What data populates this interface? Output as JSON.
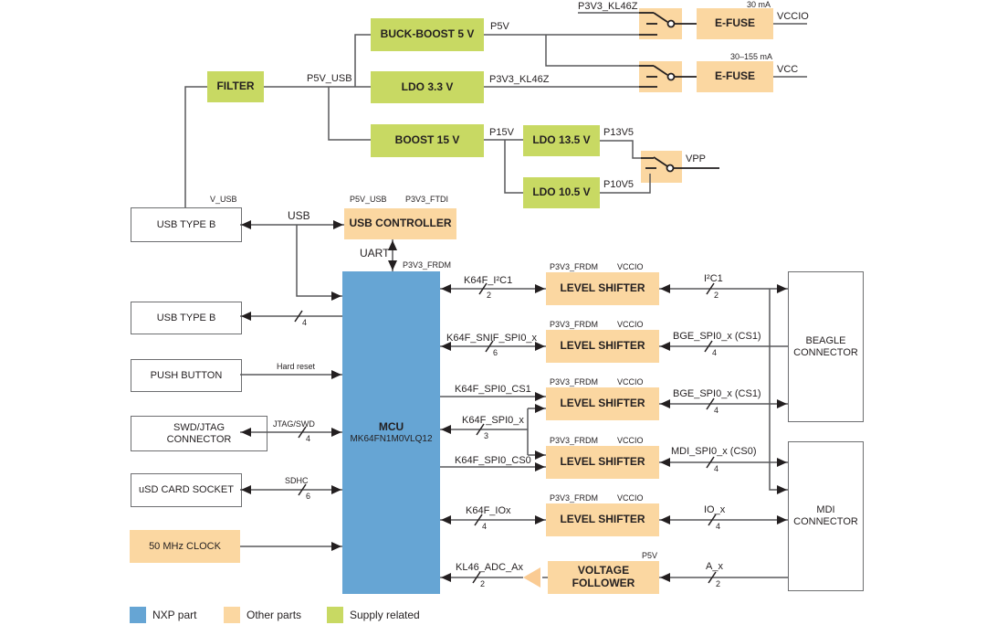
{
  "boxes": {
    "filter": "FILTER",
    "buck_boost": "BUCK-BOOST 5 V",
    "ldo_3v3": "LDO 3.3 V",
    "boost_15": "BOOST 15 V",
    "ldo_13v5": "LDO 13.5 V",
    "ldo_10v5": "LDO 10.5 V",
    "efuse": "E-FUSE",
    "usb_type_b": "USB TYPE B",
    "push_button": "PUSH BUTTON",
    "swd_jtag": "SWD/JTAG CONNECTOR",
    "usd_card": "uSD CARD SOCKET",
    "clock_50mhz": "50 MHz CLOCK",
    "usb_controller": "USB CONTROLLER",
    "mcu_line1": "MCU",
    "mcu_line2": "MK64FN1M0VLQ12",
    "level_shifter": "LEVEL SHIFTER",
    "voltage_follower": "VOLTAGE FOLLOWER",
    "beagle_connector": "BEAGLE CONNECTOR",
    "mdi_connector": "MDI CONNECTOR"
  },
  "nets": {
    "p5v": "P5V",
    "p5v_usb": "P5V_USB",
    "p3v3_kl46z": "P3V3_KL46Z",
    "p15v": "P15V",
    "p13v5": "P13V5",
    "p10v5": "P10V5",
    "vpp": "VPP",
    "vccio": "VCCIO",
    "vcc": "VCC",
    "current_30ma": "30 mA",
    "current_30_155ma": "30–155 mA",
    "v_usb": "V_USB",
    "usb": "USB",
    "uart": "UART",
    "p3v3_ftdi": "P3V3_FTDI",
    "p3v3_frdm": "P3V3_FRDM",
    "p5v_follower": "P5V",
    "hard_reset": "Hard reset",
    "jtag_swd": "JTAG/SWD",
    "sdhc": "SDHC"
  },
  "signals": {
    "k64f_i2c1": "K64F_I²C1",
    "i2c1": "I²C1",
    "k64f_snif_spi0": "K64F_SNIF_SPI0_x",
    "bge_spi0_cs1": "BGE_SPI0_x (CS1)",
    "k64f_spi0_cs1": "K64F_SPI0_CS1",
    "k64f_spi0_x": "K64F_SPI0_x",
    "k64f_spi0_cs0": "K64F_SPI0_CS0",
    "mdi_spi0_cs0": "MDI_SPI0_x (CS0)",
    "k64f_iox": "K64F_IOx",
    "io_x": "IO_x",
    "kl46_adc": "KL46_ADC_Ax",
    "a_x": "A_x"
  },
  "widths": {
    "usb2": "4",
    "jtag": "4",
    "sdhc": "6",
    "i2c1_mcu": "2",
    "i2c1_bge": "2",
    "snif": "6",
    "bge_cs1_row2": "4",
    "bge_cs1_row3": "4",
    "spi0x": "3",
    "mdi_cs0": "4",
    "iox_mcu": "4",
    "iox_mdi": "4",
    "adc": "2",
    "ax": "2"
  },
  "legend": {
    "items": [
      {
        "label": "NXP part",
        "color": "#66a5d4"
      },
      {
        "label": "Other parts",
        "color": "#fbd7a1"
      },
      {
        "label": "Supply related",
        "color": "#c8d963"
      }
    ]
  }
}
